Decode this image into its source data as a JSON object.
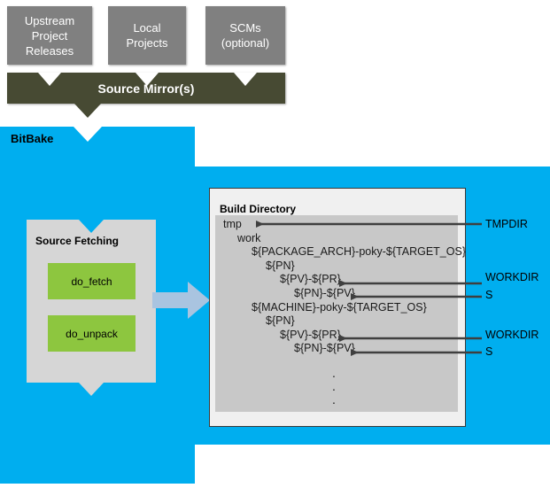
{
  "diagram": {
    "title": "BitBake source fetching and build directory layout",
    "colors": {
      "source_box": "#808080",
      "mirror_bar": "#474a33",
      "bitbake_region": "#00aeef",
      "fetch_panel": "#d6d6d6",
      "task_box": "#8dc63f",
      "build_dir": "#f0f0f0",
      "tree_panel": "#c8c8c8",
      "flow_arrow": "#a9c4e0",
      "pointer_arrow": "#3f3f3f"
    }
  },
  "sources": [
    {
      "id": "upstream",
      "label": "Upstream\nProject\nReleases"
    },
    {
      "id": "local",
      "label": "Local\nProjects"
    },
    {
      "id": "scms",
      "label": "SCMs\n(optional)"
    }
  ],
  "mirror": {
    "label": "Source Mirror(s)"
  },
  "bitbake": {
    "label": "BitBake"
  },
  "fetching": {
    "title": "Source Fetching",
    "tasks": [
      {
        "id": "do_fetch",
        "label": "do_fetch"
      },
      {
        "id": "do_unpack",
        "label": "do_unpack"
      }
    ]
  },
  "build_directory": {
    "title": "Build Directory",
    "tree": [
      {
        "depth": 0,
        "text": "tmp"
      },
      {
        "depth": 1,
        "text": "work"
      },
      {
        "depth": 2,
        "text": "${PACKAGE_ARCH}-poky-${TARGET_OS}"
      },
      {
        "depth": 3,
        "text": "${PN}"
      },
      {
        "depth": 4,
        "text": "${PV}-${PR}"
      },
      {
        "depth": 5,
        "text": "${PN}-${PV}"
      },
      {
        "depth": 2,
        "text": "${MACHINE}-poky-${TARGET_OS}"
      },
      {
        "depth": 3,
        "text": "${PN}"
      },
      {
        "depth": 4,
        "text": "${PV}-${PR}"
      },
      {
        "depth": 5,
        "text": "${PN}-${PV}"
      }
    ],
    "ellipsis": [
      ".",
      ".",
      "."
    ]
  },
  "variable_labels": [
    {
      "id": "tmpdir-1",
      "label": "TMPDIR",
      "target": "tmp"
    },
    {
      "id": "workdir-1",
      "label": "WORKDIR",
      "target": "${PV}-${PR}"
    },
    {
      "id": "s-1",
      "label": "S",
      "target": "${PN}-${PV}"
    },
    {
      "id": "workdir-2",
      "label": "WORKDIR",
      "target": "${PV}-${PR}"
    },
    {
      "id": "s-2",
      "label": "S",
      "target": "${PN}-${PV}"
    }
  ]
}
